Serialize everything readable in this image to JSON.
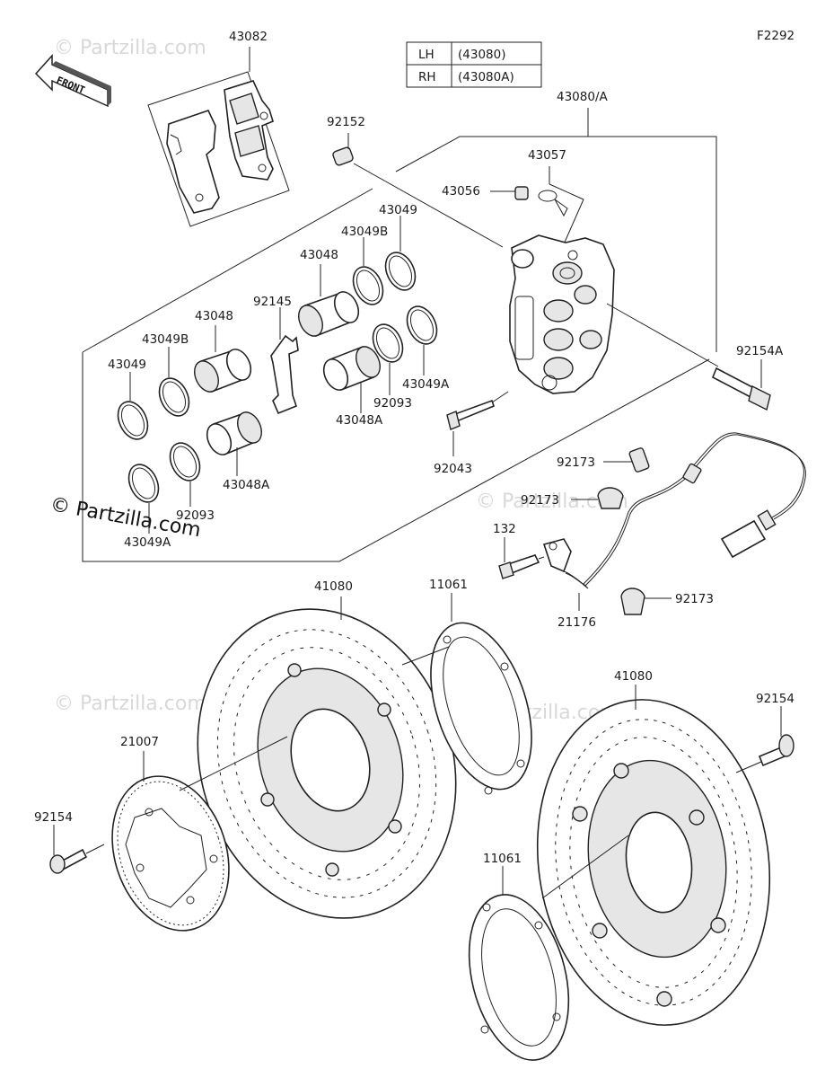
{
  "figure_code": "F2292",
  "front_label": "FRONT",
  "side_table": [
    {
      "side": "LH",
      "part": "(43080)"
    },
    {
      "side": "RH",
      "part": "(43080A)"
    }
  ],
  "labels": {
    "l_43082": "43082",
    "l_92152": "92152",
    "l_43080A": "43080/A",
    "l_43057": "43057",
    "l_43056": "43056",
    "l_43049_top": "43049",
    "l_43049B_top": "43049B",
    "l_43048_top": "43048",
    "l_92145": "92145",
    "l_43048_left": "43048",
    "l_43049B_left": "43049B",
    "l_43049_left": "43049",
    "l_92093_mid": "92093",
    "l_43049A_mid": "43049A",
    "l_43048A_mid": "43048A",
    "l_43048A_left": "43048A",
    "l_92093_left": "92093",
    "l_43049A_left": "43049A",
    "l_92154A": "92154A",
    "l_92043": "92043",
    "l_92173_a": "92173",
    "l_92173_b": "92173",
    "l_92173_c": "92173",
    "l_132": "132",
    "l_21176": "21176",
    "l_41080_left": "41080",
    "l_11061_top": "11061",
    "l_41080_right": "41080",
    "l_92154_right": "92154",
    "l_21007": "21007",
    "l_92154_left": "92154",
    "l_11061_bottom": "11061"
  },
  "watermark": "© Partzilla.com"
}
